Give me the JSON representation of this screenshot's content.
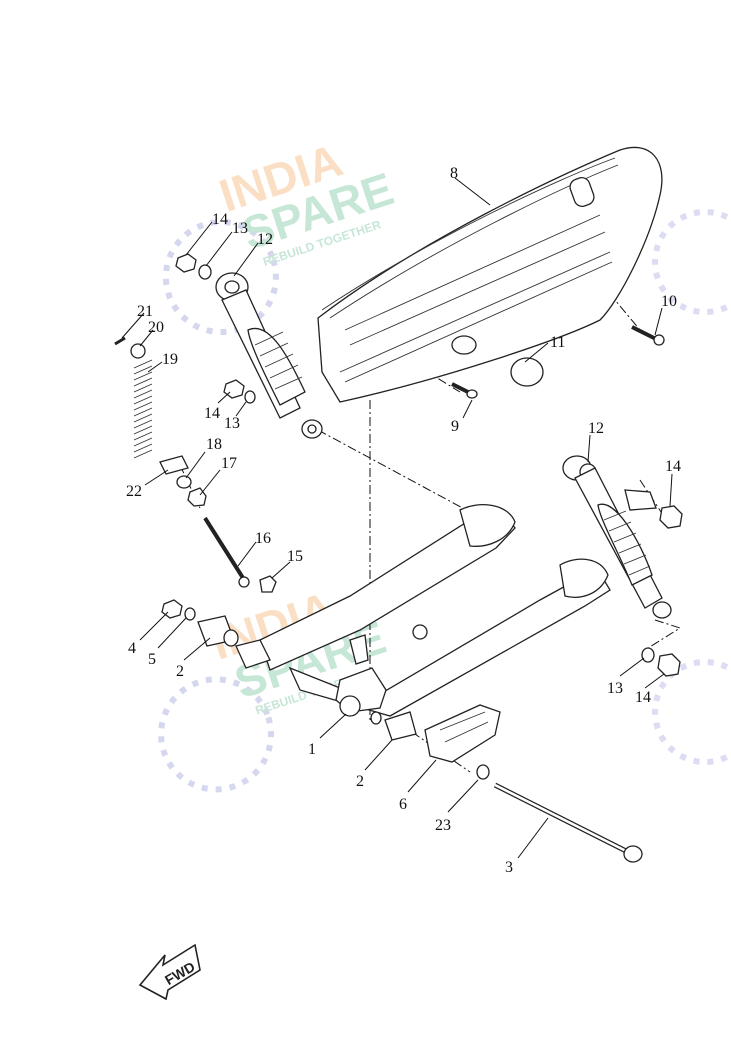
{
  "watermark": {
    "word1": "INDIA",
    "word2": "SPARE",
    "tagline": "REBUILD TOGETHER",
    "color_orange": "#f2a65a",
    "color_green": "#5fb98c",
    "color_blue": "#8a8fd4"
  },
  "callouts": {
    "c1": "1",
    "c2a": "2",
    "c2b": "2",
    "c3": "3",
    "c4": "4",
    "c5": "5",
    "c6": "6",
    "c8": "8",
    "c9": "9",
    "c10": "10",
    "c11": "11",
    "c12a": "12",
    "c12b": "12",
    "c13a": "13",
    "c13b": "13",
    "c13c": "13",
    "c14a": "14",
    "c14b": "14",
    "c14c": "14",
    "c14d": "14",
    "c15": "15",
    "c16": "16",
    "c17": "17",
    "c18": "18",
    "c19": "19",
    "c20": "20",
    "c21": "21",
    "c22": "22",
    "c23": "23"
  },
  "fwd_label": "FWD"
}
